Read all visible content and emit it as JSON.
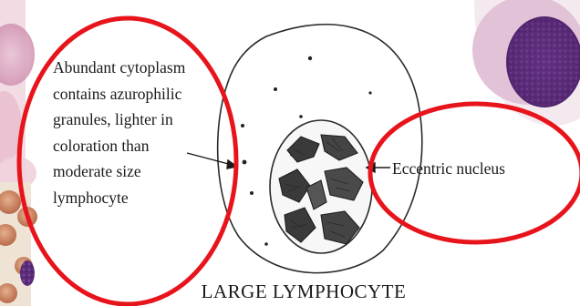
{
  "left_annotation": {
    "lines": [
      "Abundant cytoplasm",
      "contains azurophilic",
      "granules, lighter in",
      "coloration than",
      "moderate size",
      "lymphocyte"
    ]
  },
  "right_annotation": {
    "label": "Eccentric nucleus"
  },
  "caption": "LARGE LYMPHOCYTE",
  "colors": {
    "highlight_ring": "#e8141c",
    "line_art": "#2a2a2a",
    "micrograph_pink": "#d9a6c4",
    "micrograph_purple": "#5b2d7a"
  },
  "icons": {
    "left_ring": "red-ellipse-annotation",
    "right_ring": "red-ellipse-annotation",
    "cell": "large-lymphocyte-drawing",
    "nucleus": "eccentric-nucleus-drawing"
  }
}
